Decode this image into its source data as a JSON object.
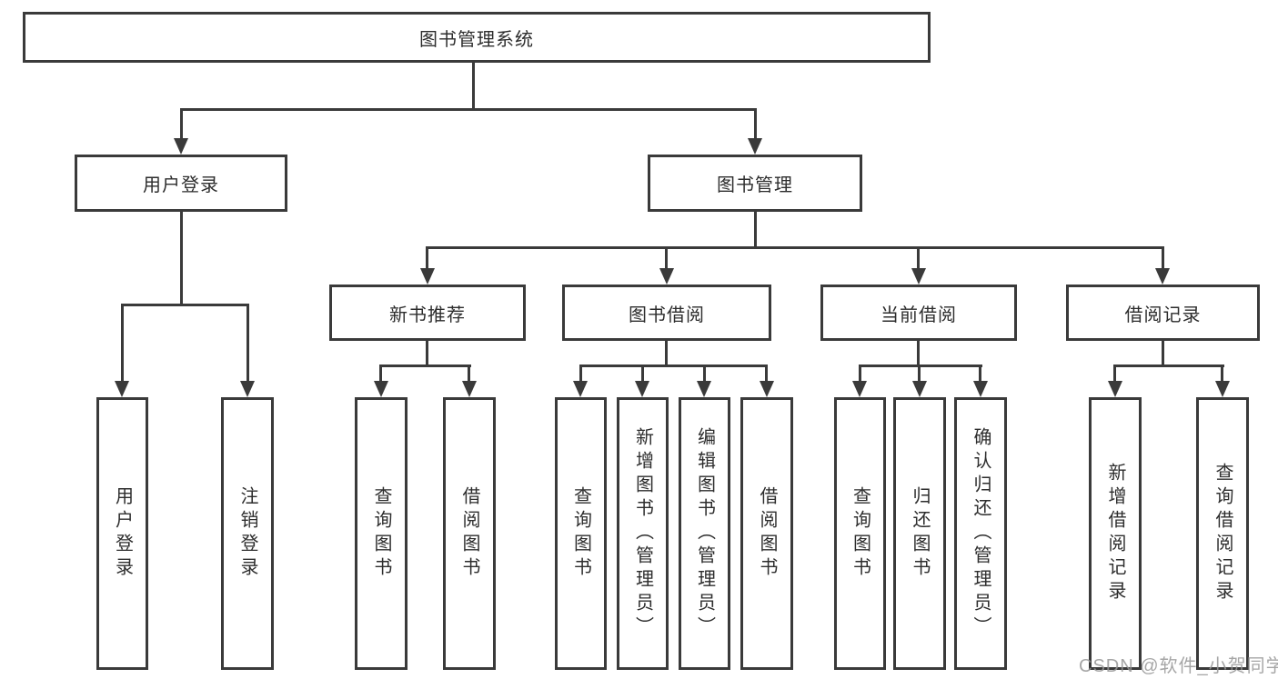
{
  "diagram": {
    "title": "图书管理系统",
    "tree": {
      "label": "图书管理系统",
      "children": [
        {
          "label": "用户登录",
          "children": [
            {
              "label": "用户登录"
            },
            {
              "label": "注销登录"
            }
          ]
        },
        {
          "label": "图书管理",
          "children": [
            {
              "label": "新书推荐",
              "children": [
                {
                  "label": "查询图书"
                },
                {
                  "label": "借阅图书"
                }
              ]
            },
            {
              "label": "图书借阅",
              "children": [
                {
                  "label": "查询图书"
                },
                {
                  "label": "新增图书（管理员）"
                },
                {
                  "label": "编辑图书（管理员）"
                },
                {
                  "label": "借阅图书"
                }
              ]
            },
            {
              "label": "当前借阅",
              "children": [
                {
                  "label": "查询图书"
                },
                {
                  "label": "归还图书"
                },
                {
                  "label": "确认归还（管理员）"
                }
              ]
            },
            {
              "label": "借阅记录",
              "children": [
                {
                  "label": "新增借阅记录"
                },
                {
                  "label": "查询借阅记录"
                }
              ]
            }
          ]
        }
      ]
    },
    "watermark": "CSDN @软件_小贺同学",
    "colors": {
      "line": "#3a3a3a",
      "text": "#2d2d2d",
      "background": "#ffffff",
      "watermark": "#969696"
    }
  }
}
